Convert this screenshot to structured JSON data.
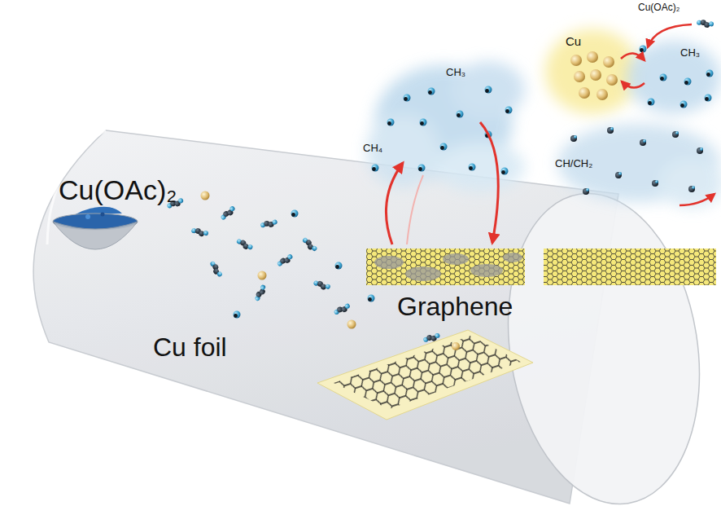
{
  "diagram": {
    "labels": [
      "Cu(OAc)₂",
      "Cu",
      "CH₃",
      "CH₃",
      "CH₄",
      "CH/CH₂",
      "Cu(OAc)₂",
      "Graphene",
      "Cu foil"
    ]
  }
}
